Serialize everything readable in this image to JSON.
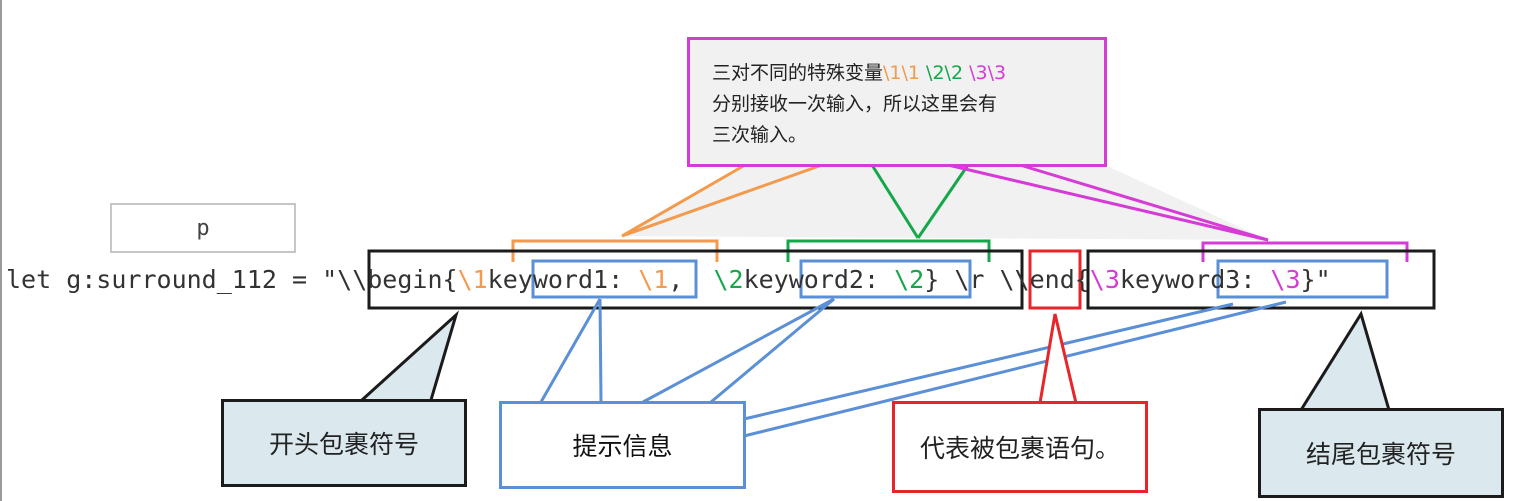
{
  "p_box": {
    "text": "p"
  },
  "callout_top": {
    "line1_prefix": "三对不同的特殊变量",
    "var1": "\\1\\1",
    "var2": "\\2\\2",
    "var3": "\\3\\3",
    "line2": "分别接收一次输入，所以这里会有",
    "line3": "三次输入。"
  },
  "code": {
    "prefix": "let g:surround_112 = \"",
    "begin": "\\\\begin{",
    "v1a": "\\1",
    "keyword1": "keyword1: ",
    "v1b": "\\1",
    "comma": ",  ",
    "v2a": "\\2",
    "keyword2": "keyword2: ",
    "v2b": "\\2",
    "close1": "}",
    "cr": "\\r",
    "end": "\\\\end{",
    "v3a": "\\3",
    "keyword3": "keyword3: ",
    "v3b": "\\3",
    "close2": "}\""
  },
  "labels": {
    "open_wrap": "开头包裹符号",
    "hint_info": "提示信息",
    "wrapped_stmt": "代表被包裹语句。",
    "close_wrap": "结尾包裹符号"
  },
  "colors": {
    "orange": "#f39a4c",
    "green": "#14a84a",
    "magenta": "#d63bd6",
    "blue": "#5b8fd6",
    "red": "#e6262a",
    "callout_fill": "#dbe9ef"
  }
}
